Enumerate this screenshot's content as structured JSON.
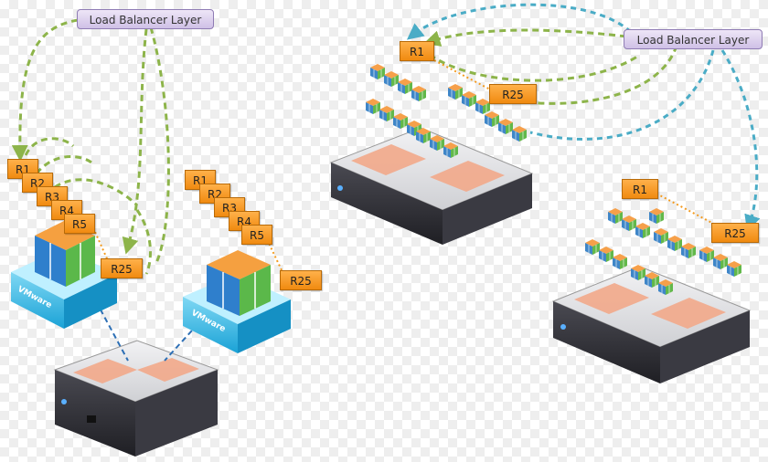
{
  "load_balancer": {
    "label": "Load Balancer Layer"
  },
  "vmware": {
    "label": "VMware"
  },
  "groups": {
    "a": [
      "R1",
      "R2",
      "R3",
      "R4",
      "R5"
    ],
    "a_last": "R25",
    "b": [
      "R1",
      "R2",
      "R3",
      "R4",
      "R5"
    ],
    "b_last": "R25",
    "c": [
      "R1",
      "R25"
    ],
    "d": [
      "R1",
      "R25"
    ]
  },
  "colors": {
    "green_arrow": "#8db44a",
    "blue_arrow": "#4aacc6",
    "orange_tag": "#f39a1e",
    "dotted": "#f39a1e",
    "server_top": "#e8e8ea",
    "server_front": "#2d2d33"
  }
}
